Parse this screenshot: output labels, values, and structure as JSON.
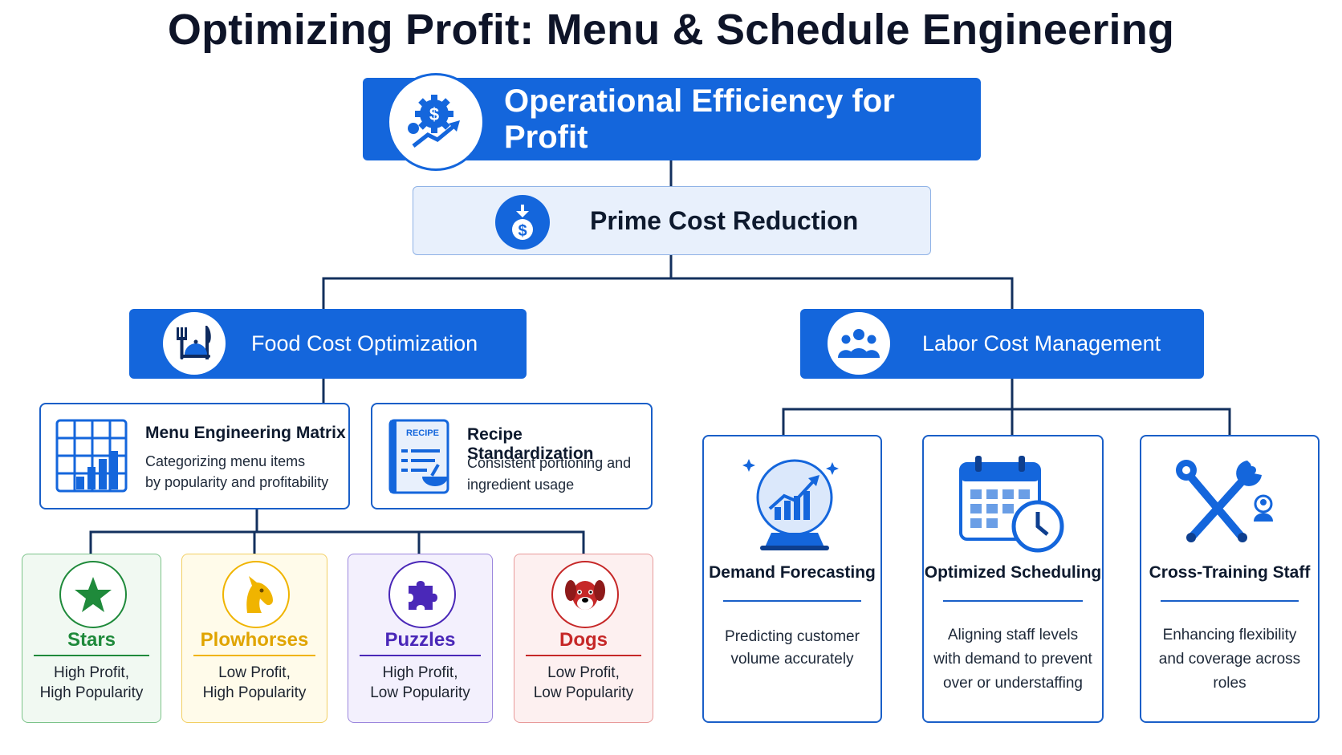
{
  "title": "Optimizing Profit: Menu & Schedule Engineering",
  "root": {
    "label": "Operational Efficiency for Profit",
    "icon": "dollar-gear-growth-icon"
  },
  "prime": {
    "label": "Prime Cost Reduction",
    "icon": "dollar-bag-down-icon"
  },
  "food": {
    "label": "Food Cost Optimization",
    "icon": "dining-cutlery-icon",
    "menu_matrix": {
      "title": "Menu Engineering Matrix",
      "desc_line1": "Categorizing menu items",
      "desc_line2": "by popularity and profitability",
      "icon": "matrix-chart-icon"
    },
    "recipe": {
      "title": "Recipe Standardization",
      "desc_line1": "Consistent portioning and",
      "desc_line2": "ingredient usage",
      "badge": "RECIPE",
      "icon": "recipe-book-icon"
    },
    "quadrants": [
      {
        "name": "Stars",
        "line1": "High Profit,",
        "line2": "High Popularity",
        "color": "#1f8a3b",
        "icon": "star-icon"
      },
      {
        "name": "Plowhorses",
        "line1": "Low Profit,",
        "line2": "High Popularity",
        "color": "#f0b400",
        "icon": "horse-icon"
      },
      {
        "name": "Puzzles",
        "line1": "High Profit,",
        "line2": "Low Popularity",
        "color": "#4a28b8",
        "icon": "puzzle-piece-icon"
      },
      {
        "name": "Dogs",
        "line1": "Low Profit,",
        "line2": "Low Popularity",
        "color": "#c62828",
        "icon": "dog-icon"
      }
    ]
  },
  "labor": {
    "label": "Labor Cost Management",
    "icon": "team-people-icon",
    "cards": [
      {
        "title": "Demand Forecasting",
        "line1": "Predicting customer",
        "line2": "volume accurately",
        "line3": "",
        "icon": "crystal-ball-chart-icon"
      },
      {
        "title": "Optimized Scheduling",
        "line1": "Aligning staff levels",
        "line2": "with demand to prevent",
        "line3": "over or understaffing",
        "icon": "calendar-clock-icon"
      },
      {
        "title": "Cross-Training Staff",
        "line1": "Enhancing flexibility",
        "line2": "and coverage across",
        "line3": "roles",
        "icon": "wrench-tools-icon"
      }
    ]
  }
}
